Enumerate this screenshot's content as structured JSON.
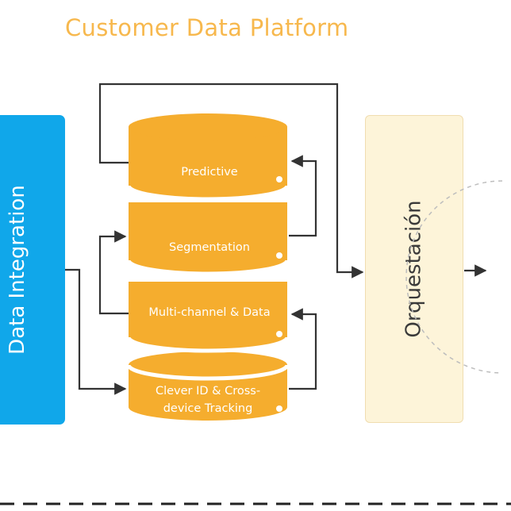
{
  "title": "Customer Data Platform",
  "left_block": {
    "label": "Data Integration"
  },
  "right_block": {
    "label": "Orquestación"
  },
  "layers": [
    {
      "label": "Predictive"
    },
    {
      "label": "Segmentation"
    },
    {
      "label": "Multi-channel & Data"
    },
    {
      "label": "Clever ID & Cross-device Tracking"
    }
  ],
  "colors": {
    "title": "#f7b84d",
    "integration": "#10a7ea",
    "layer": "#f5ad2e",
    "orchestration": "#fdf4d9"
  }
}
